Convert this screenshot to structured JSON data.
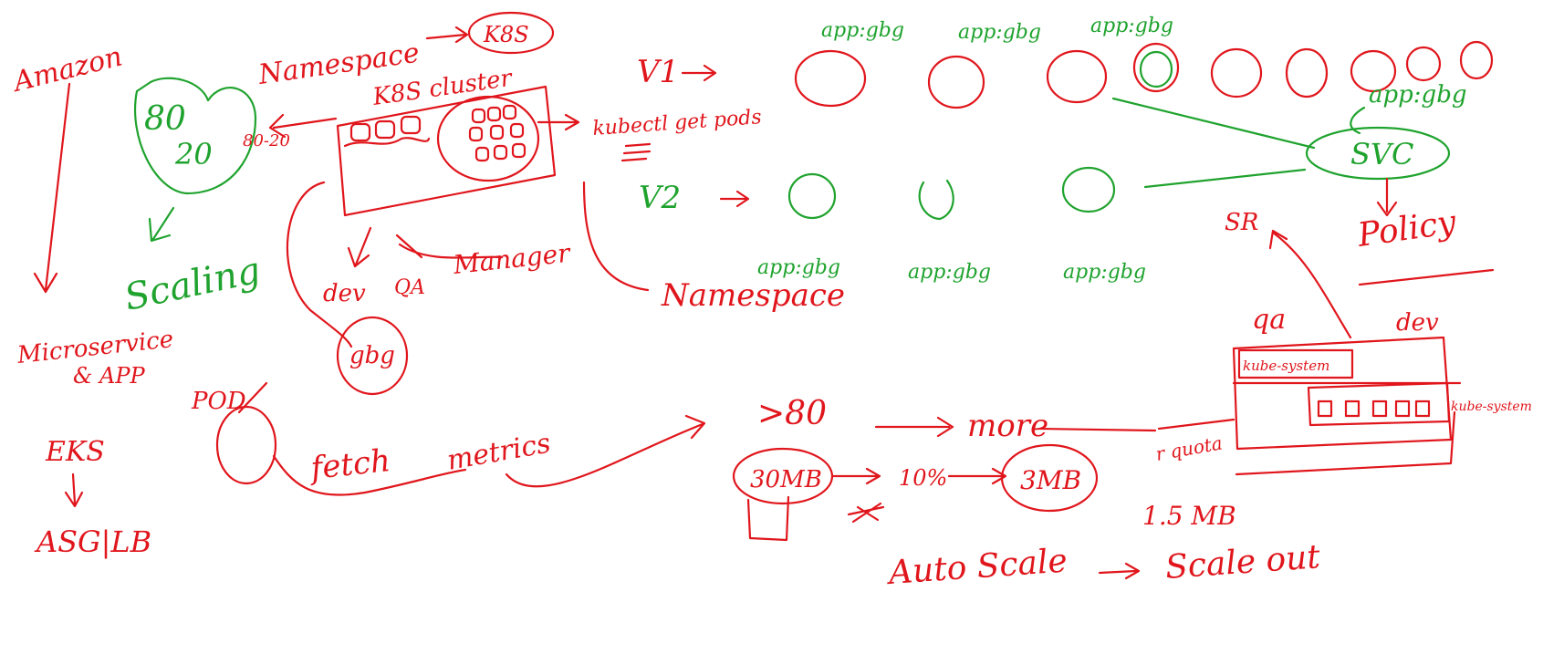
{
  "colors": {
    "ink_red": "#e0161c",
    "ink_green": "#1fa32e",
    "background": "#ffffff"
  },
  "left": {
    "amazon": "Amazon",
    "microservice": "Microservice",
    "app": "& APP",
    "eks": "EKS",
    "asg_lb": "ASG|LB",
    "ratio_top": "80",
    "ratio_bottom": "20",
    "scaling": "Scaling",
    "side_note": "80-20"
  },
  "cluster": {
    "namespace_top": "Namespace",
    "k8s": "K8S",
    "cluster_label": "K8S cluster",
    "kubectl": "kubectl get pods",
    "dev": "dev",
    "qa": "QA",
    "manager": "Manager",
    "namespace_bottom": "Namespace",
    "gbg": "gbg"
  },
  "versions": {
    "v1": "V1",
    "v2": "V2",
    "v1_labels": [
      "app:gbg",
      "app:gbg",
      "app:gbg"
    ],
    "v2_labels": [
      "app:gbg",
      "app:gbg",
      "app:gbg"
    ],
    "svc": "SVC",
    "svc_label": "app:gbg",
    "policy": "Policy",
    "sr": "SR"
  },
  "metrics": {
    "pod": "POD",
    "fetch": "fetch",
    "metrics": "metrics",
    "threshold": ">80",
    "more": "more",
    "mem_total": "30MB",
    "percent": "10%",
    "mem_part": "3MB",
    "autoscale": "Auto Scale",
    "scale_out": "Scale out"
  },
  "quota": {
    "qa": "qa",
    "dev": "dev",
    "kube_system": "kube-system",
    "kube_system_right": "kube-system",
    "r_quota": "r quota",
    "mem": "1.5 MB"
  }
}
